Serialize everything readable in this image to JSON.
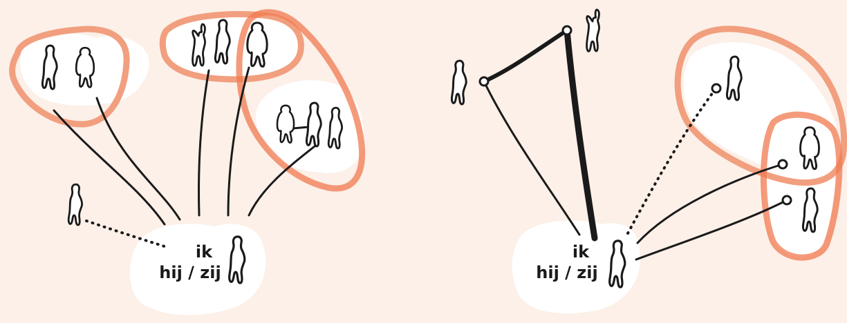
{
  "left_diagram": {
    "label_line1": "ik",
    "label_line2": "hij / zij"
  },
  "right_diagram": {
    "label_line1": "ik",
    "label_line2": "hij / zij"
  },
  "colors": {
    "background": "#FCF0E8",
    "blob": "#FFFFFF",
    "group_outline": "#F19F7E",
    "lines": "#1a1a1a"
  }
}
